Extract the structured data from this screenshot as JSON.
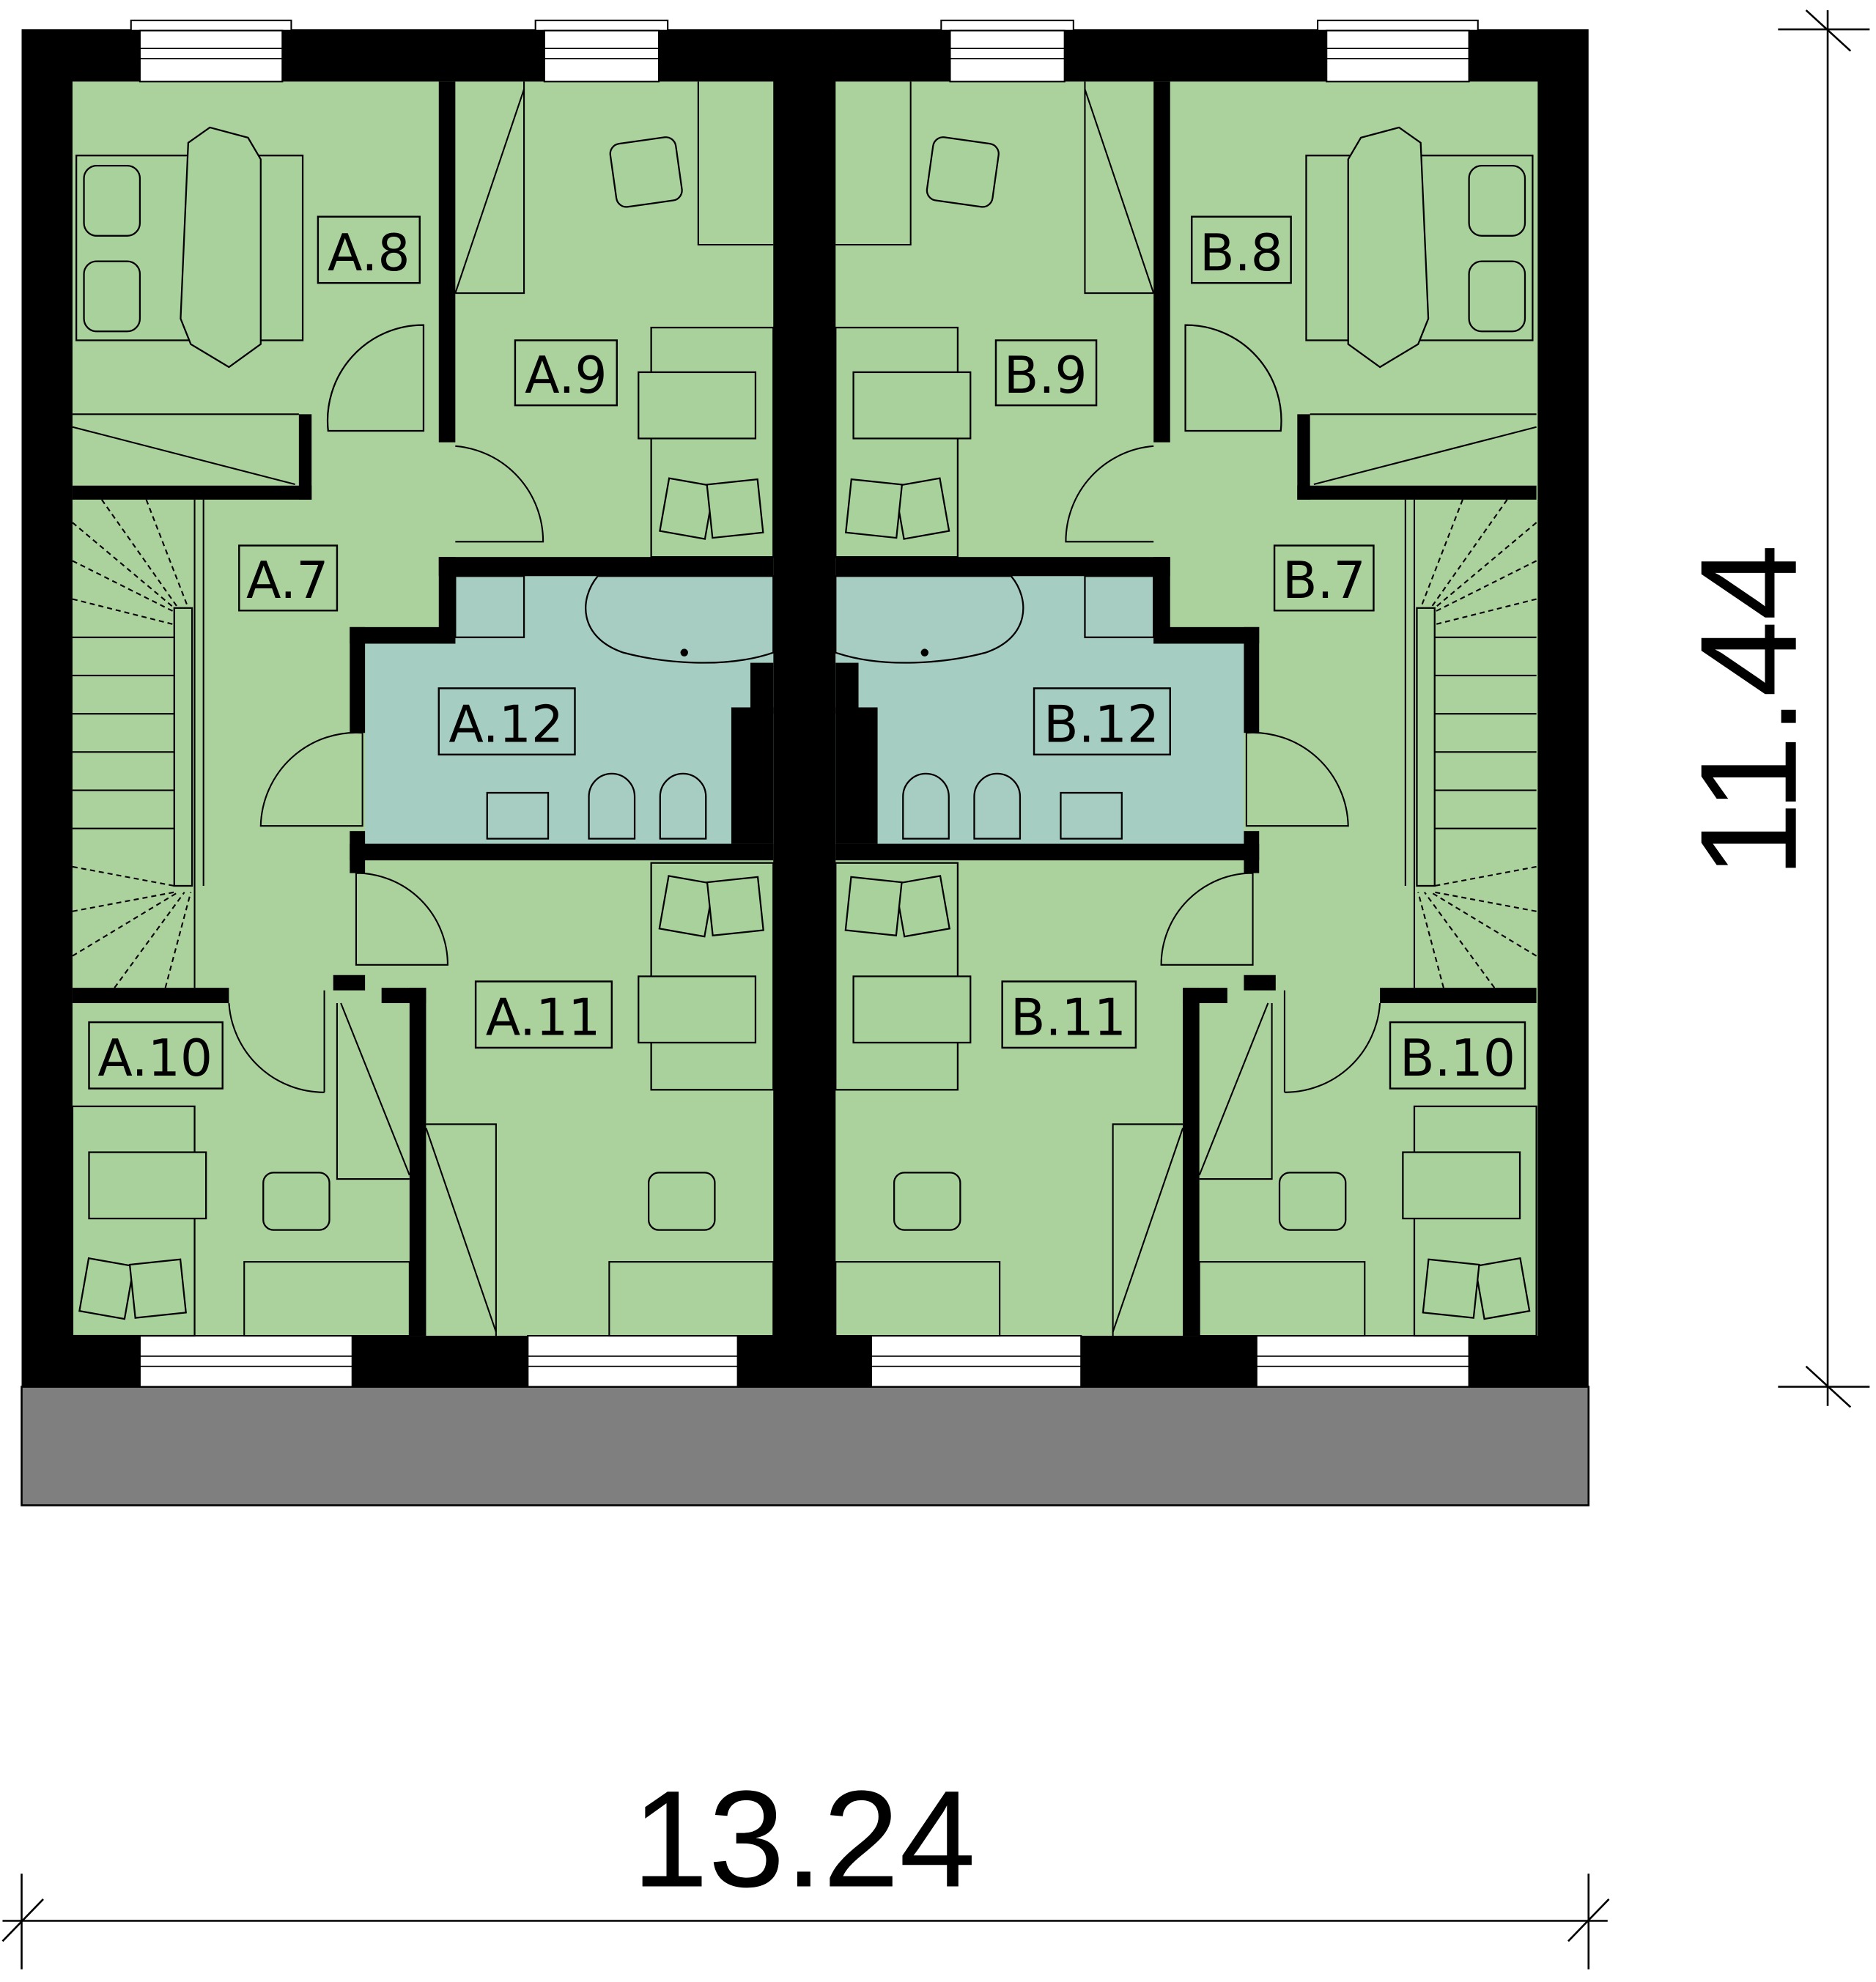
{
  "colors": {
    "room": "#abd19c",
    "bath": "#a6cdc2",
    "wall": "#000000",
    "terrace": "#7f7f7f"
  },
  "rooms": {
    "a8": "A.8",
    "a9": "A.9",
    "a7": "A.7",
    "a12": "A.12",
    "a11": "A.11",
    "a10": "A.10",
    "b8": "B.8",
    "b9": "B.9",
    "b7": "B.7",
    "b12": "B.12",
    "b11": "B.11",
    "b10": "B.10"
  },
  "dimensions": {
    "width": "13.24",
    "depth": "11.44"
  }
}
